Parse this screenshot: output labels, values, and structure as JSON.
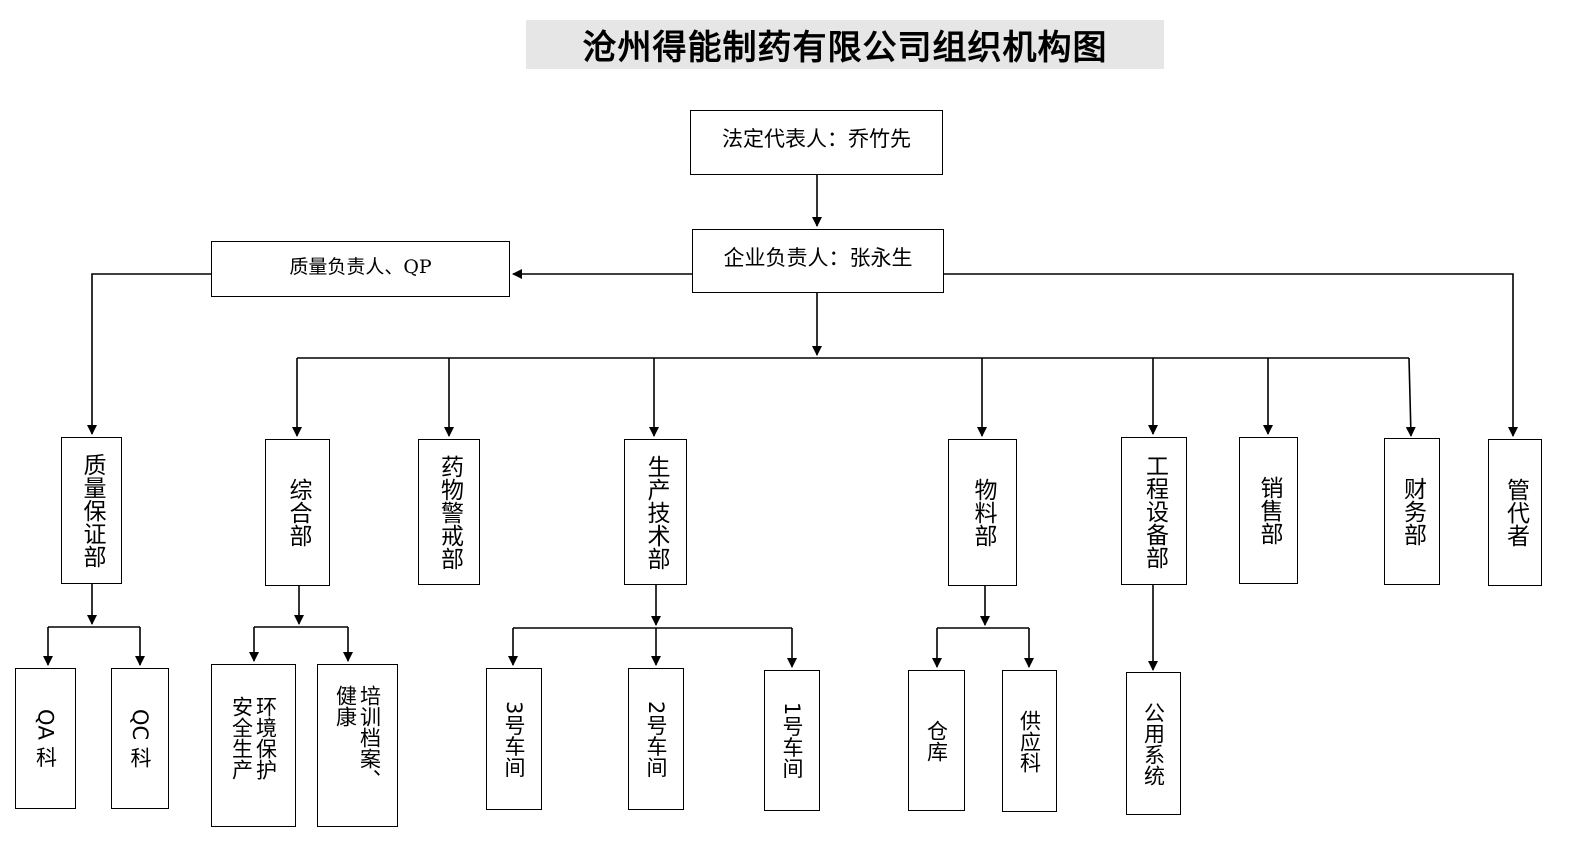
{
  "title": "沧州得能制药有限公司组织机构图",
  "legal_rep": "法定代表人：乔竹先",
  "enterprise_head": "企业负责人：张永生",
  "quality_head": "质量负责人、QP",
  "departments": {
    "qa_dept": "质量保证部",
    "general_dept": "综合部",
    "pv_dept": "药物警戒部",
    "production_dept": "生产技术部",
    "materials_dept": "物料部",
    "engineering_dept": "工程设备部",
    "sales_dept": "销售部",
    "finance_dept": "财务部",
    "custodian": "管代者"
  },
  "sub_units": {
    "qa_section": "QA 科",
    "qc_section": "QC 科",
    "ehs": "环境保护安全生产",
    "archive_training": "培训档案、健康",
    "workshop_3": "3号车间",
    "workshop_2": "2号车间",
    "workshop_1": "1号车间",
    "warehouse": "仓库",
    "supply": "供应科",
    "utilities": "公用系统"
  }
}
